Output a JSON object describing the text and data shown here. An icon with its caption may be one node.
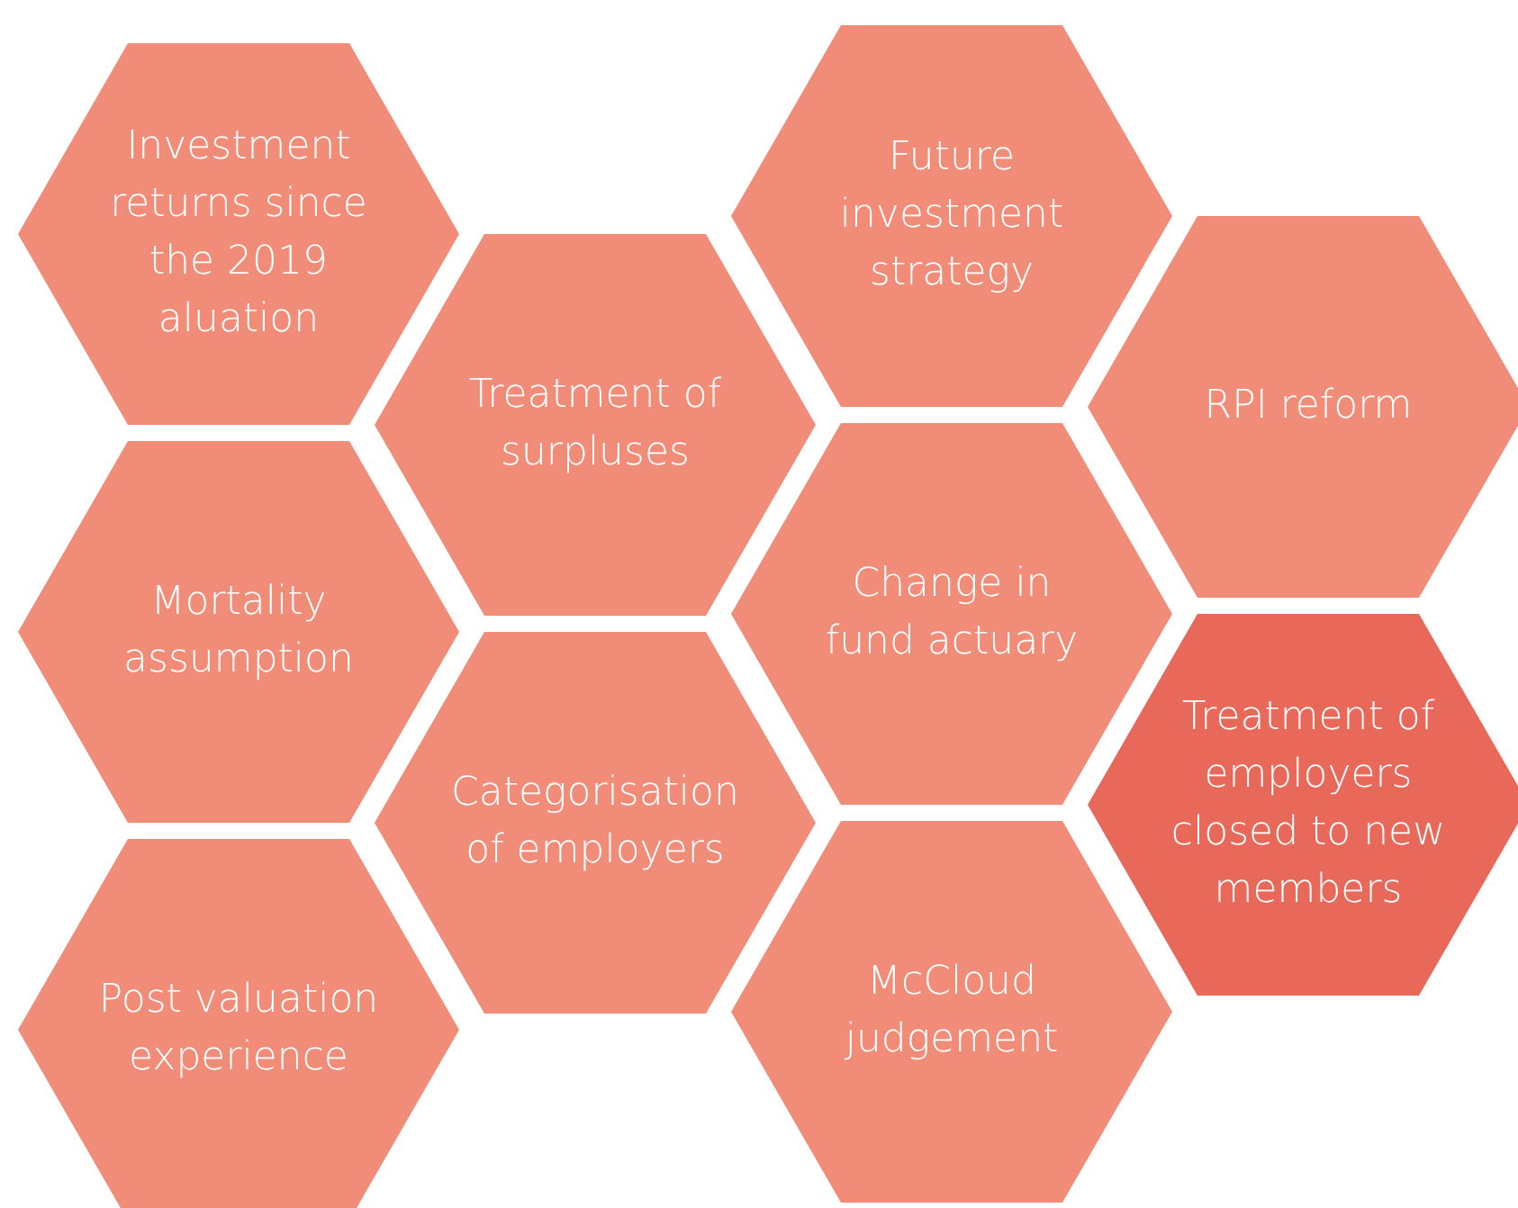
{
  "diagram": {
    "nodes": [
      {
        "text": [
          "Investment returns since the 2019 aluation"
        ]
      },
      {
        "text": [
          "Future investment strategy"
        ]
      },
      {
        "text": [
          "Treatment of surpluses"
        ]
      },
      {
        "text": [
          "RPI reform"
        ]
      },
      {
        "text": [
          "Mortality assumption"
        ]
      },
      {
        "text": [
          "Change in fund actuary"
        ]
      },
      {
        "text": [
          "Categorisation of employers"
        ]
      },
      {
        "text": [
          "Treatment of employers closed to new members"
        ]
      },
      {
        "text": [
          "Post valuation experience"
        ]
      },
      {
        "text": [
          "McCloud judgement"
        ]
      }
    ],
    "edges": []
  }
}
